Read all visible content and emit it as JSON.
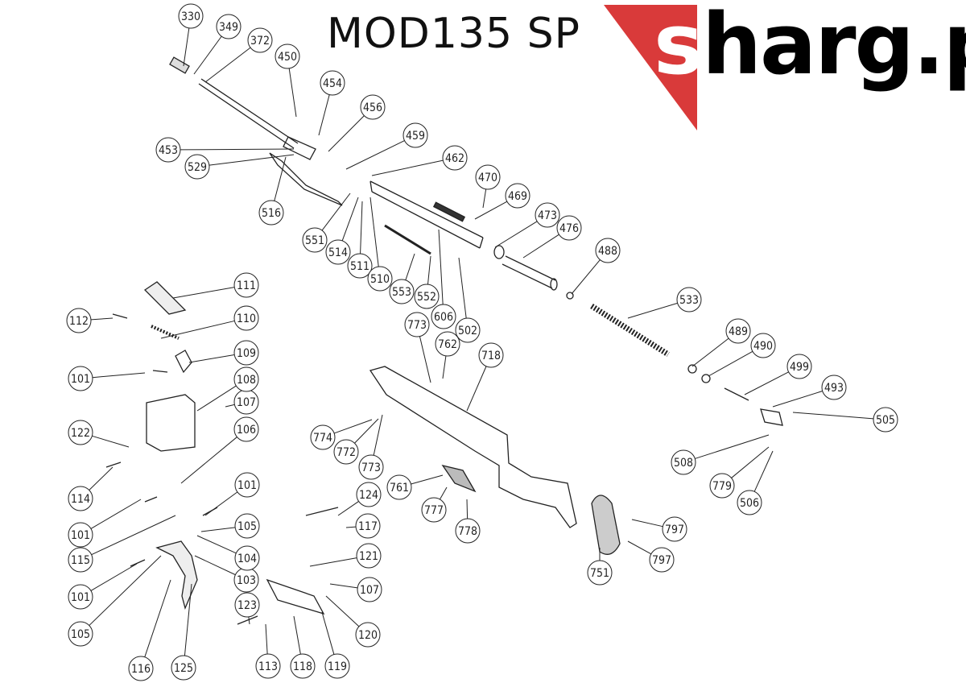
{
  "title": "MOD135 SP",
  "logo": {
    "first_letter": "s",
    "rest": "harg.pl",
    "accent_color": "#d93a3a"
  },
  "callouts": [
    "330",
    "349",
    "372",
    "450",
    "454",
    "456",
    "459",
    "462",
    "470",
    "469",
    "473",
    "476",
    "488",
    "533",
    "489",
    "490",
    "499",
    "493",
    "505",
    "508",
    "779",
    "506",
    "797",
    "797",
    "751",
    "453",
    "529",
    "516",
    "551",
    "514",
    "511",
    "510",
    "553",
    "552",
    "606",
    "502",
    "773",
    "762",
    "718",
    "774",
    "772",
    "773",
    "761",
    "777",
    "778",
    "124",
    "117",
    "121",
    "107",
    "120",
    "119",
    "118",
    "113",
    "123",
    "125",
    "116",
    "105",
    "101",
    "103",
    "104",
    "105",
    "101",
    "115",
    "101",
    "114",
    "122",
    "106",
    "107",
    "108",
    "109",
    "110",
    "111",
    "112",
    "101"
  ]
}
